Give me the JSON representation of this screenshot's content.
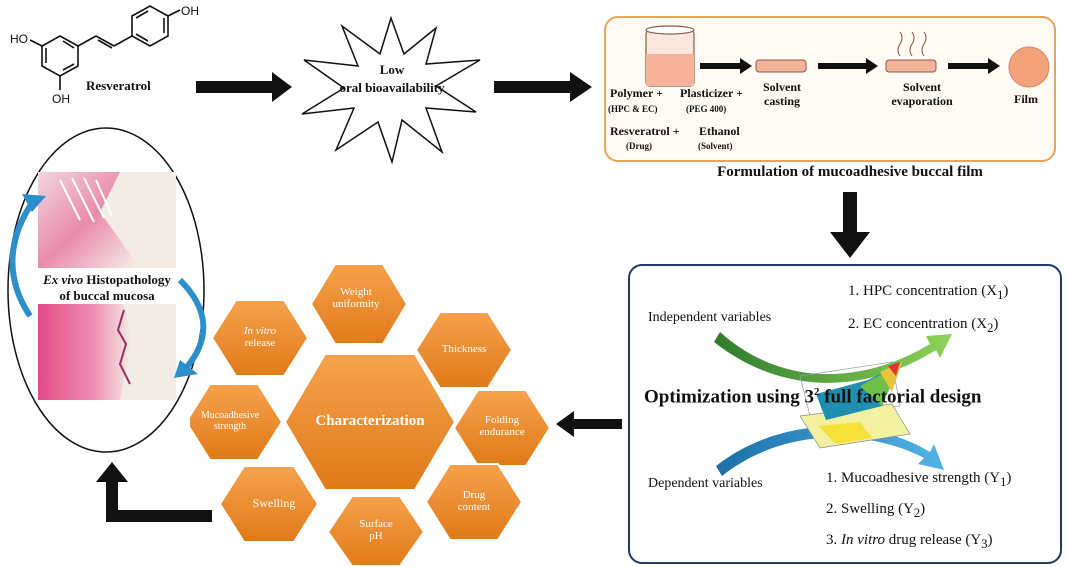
{
  "molecule": {
    "name": "Resveratrol",
    "oh_top": "OH",
    "oh_left": "HO",
    "oh_bottom": "OH"
  },
  "burst": {
    "line1": "Low",
    "line2": "oral bioavailability"
  },
  "formulation": {
    "polymer": "Polymer +",
    "polymer_sub": "(HPC & EC)",
    "plasticizer": "Plasticizer +",
    "plasticizer_sub": "(PEG 400)",
    "resveratrol": "Resveratrol +",
    "resveratrol_sub": "(Drug)",
    "ethanol": "Ethanol",
    "ethanol_sub": "(Solvent)",
    "step_casting_1": "Solvent",
    "step_casting_2": "casting",
    "step_evap_1": "Solvent",
    "step_evap_2": "evaporation",
    "step_film": "Film",
    "caption": "Formulation of mucoadhesive buccal film"
  },
  "optimization": {
    "independent": "Independent variables",
    "dependent": "Dependent variables",
    "x1": "1. HPC concentration (X",
    "x1_sub": "1",
    "x2": "2. EC concentration (X",
    "x2_sub": "2",
    "title_pre": "Optimization using 3",
    "title_sup": "2",
    "title_post": " full factorial design",
    "y1": "1. Mucoadhesive strength (Y",
    "y1_sub": "1",
    "y2": "2. Swelling (Y",
    "y2_sub": "2",
    "y3_num": "3. ",
    "y3_italic": "In vitro",
    "y3_rest": " drug release (Y",
    "y3_sub": "3"
  },
  "characterization": {
    "center": "Characterization",
    "weight_1": "Weight",
    "weight_2": "uniformity",
    "invitro_1": "In vitro",
    "invitro_2": "release",
    "thickness": "Thickness",
    "folding_1": "Folding",
    "folding_2": "endurance",
    "muco_1": "Mucoadhesive",
    "muco_2": "strength",
    "swelling": "Swelling",
    "drug_1": "Drug",
    "drug_2": "content",
    "ph_1": "Surface",
    "ph_2": "pH"
  },
  "histology": {
    "italic": "Ex vivo",
    "line1_rest": " Histopathology",
    "line2": "of buccal mucosa"
  },
  "colors": {
    "hex": "#ee8a2a",
    "hex_dark": "#d06f16",
    "frame_orange": "#e6a55a",
    "frame_navy": "#1f3a67",
    "arrow_green": "#58b44a",
    "arrow_blue": "#2d8fc9"
  }
}
